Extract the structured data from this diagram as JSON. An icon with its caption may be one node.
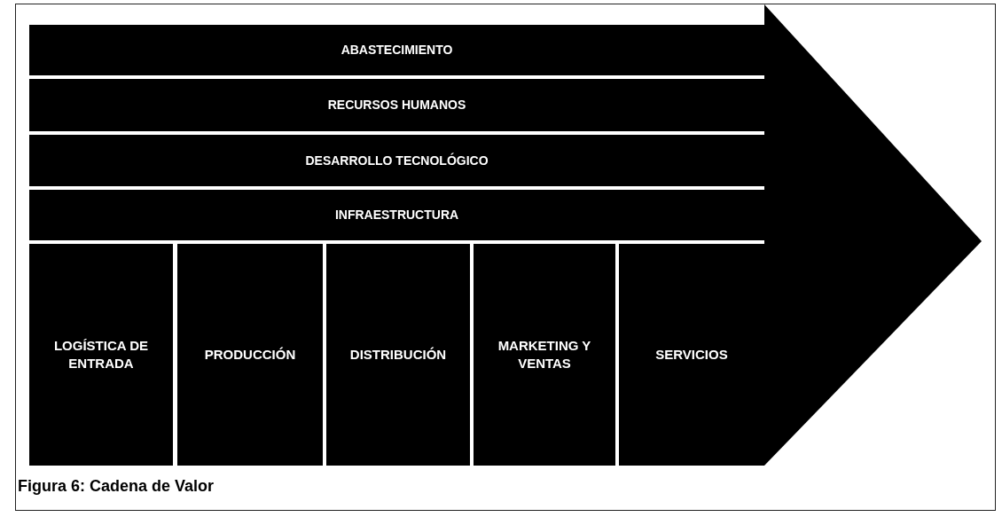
{
  "diagram": {
    "caption": "Figura 6: Cadena de Valor",
    "nodes": [
      {
        "text": [
          "ABASTECIMIENTO"
        ]
      },
      {
        "text": [
          "RECURSOS HUMANOS"
        ]
      },
      {
        "text": [
          "DESARROLLO TECNOLÓGICO"
        ]
      },
      {
        "text": [
          "INFRAESTRUCTURA"
        ]
      },
      {
        "text": [
          "LOGÍSTICA DE ENTRADA"
        ]
      },
      {
        "text": [
          "PRODUCCIÓN"
        ]
      },
      {
        "text": [
          "DISTRIBUCIÓN"
        ]
      },
      {
        "text": [
          "MARKETING Y VENTAS"
        ]
      },
      {
        "text": [
          "SERVICIOS"
        ]
      }
    ]
  }
}
